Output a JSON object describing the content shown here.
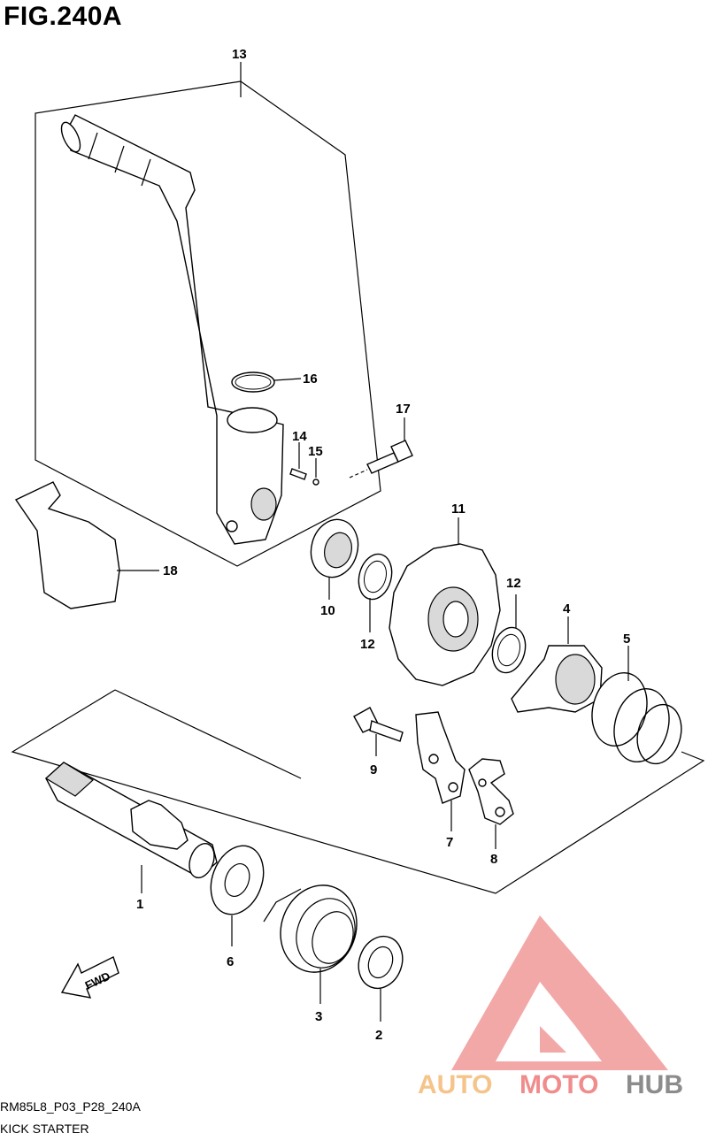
{
  "figure_title": "FIG.240A",
  "callouts": {
    "c1": "1",
    "c2": "2",
    "c3": "3",
    "c4": "4",
    "c5": "5",
    "c6": "6",
    "c7": "7",
    "c8": "8",
    "c9": "9",
    "c10": "10",
    "c11": "11",
    "c12a": "12",
    "c12b": "12",
    "c13": "13",
    "c14": "14",
    "c15": "15",
    "c16": "16",
    "c17": "17",
    "c18": "18"
  },
  "fwd_label": "FWD",
  "footer": {
    "code": "RM85L8_P03_P28_240A",
    "section": "KICK STARTER"
  },
  "watermark": {
    "word_a": "AUTO",
    "word_b": "MOTO",
    "word_c": "HUB",
    "color_a": "#f5c48a",
    "color_b": "#f08c8c",
    "color_c": "#8c8c8c"
  }
}
